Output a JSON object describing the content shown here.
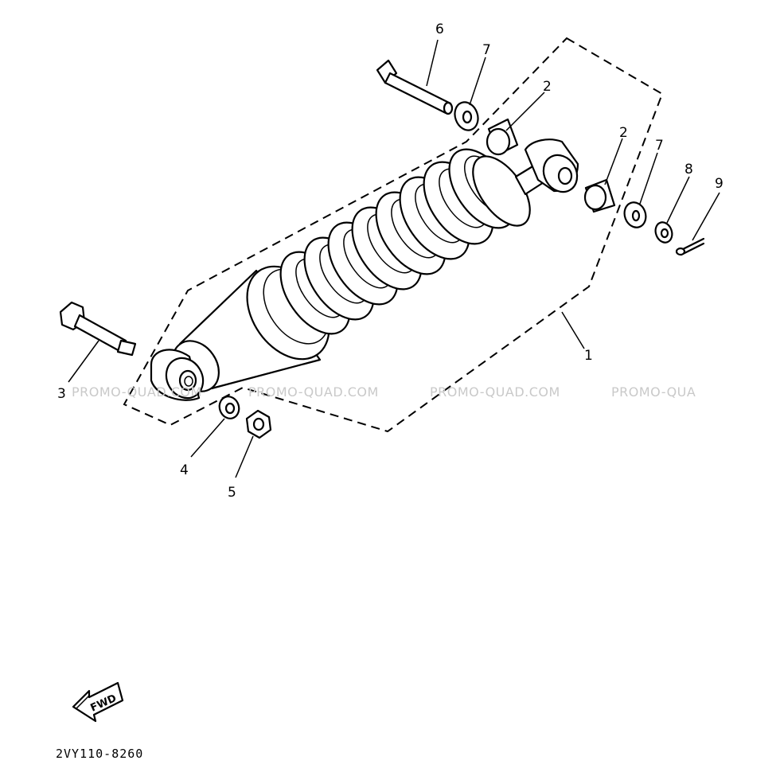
{
  "diagram": {
    "callouts": {
      "c1": "1",
      "c2a": "2",
      "c2b": "2",
      "c3": "3",
      "c4": "4",
      "c5": "5",
      "c6": "6",
      "c7a": "7",
      "c7b": "7",
      "c8": "8",
      "c9": "9"
    },
    "watermark": [
      "PROMO-QUAD.COM",
      "PROMO-QUAD.COM",
      "PROMO-QUAD.COM",
      "PROMO-QUA"
    ],
    "fwd_label": "FWD",
    "diagram_code": "2VY110-8260"
  }
}
